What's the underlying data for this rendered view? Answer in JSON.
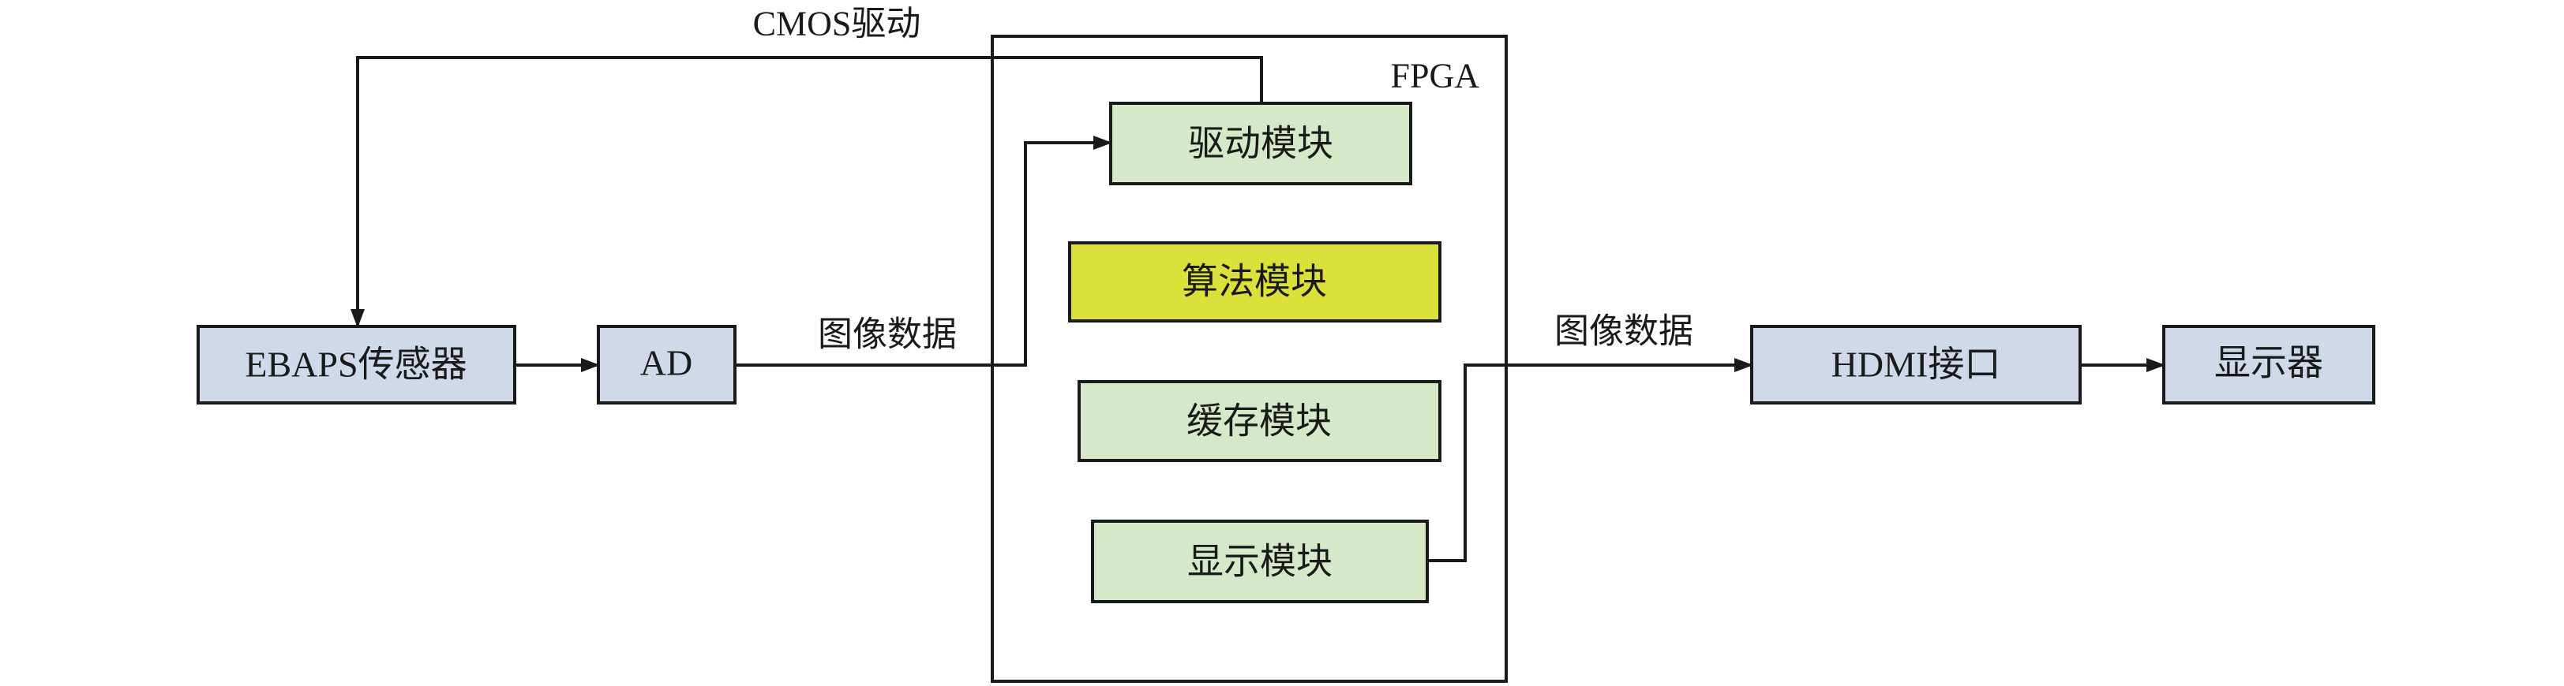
{
  "labels": {
    "cmos_drive": "CMOS驱动",
    "fpga": "FPGA",
    "image_data_in": "图像数据",
    "image_data_out": "图像数据"
  },
  "blocks": {
    "drive_module": "驱动模块",
    "algorithm_module": "算法模块",
    "cache_module": "缓存模块",
    "display_module": "显示模块",
    "ebaps_sensor": "EBAPS传感器",
    "ad": "AD",
    "hdmi_interface": "HDMI接口",
    "monitor": "显示器"
  },
  "colors": {
    "fpga_module_fill": "#d5e9c8",
    "algorithm_module_fill": "#dbe03a",
    "external_block_fill": "#cfd9ea",
    "line": "#1a1a1a"
  }
}
